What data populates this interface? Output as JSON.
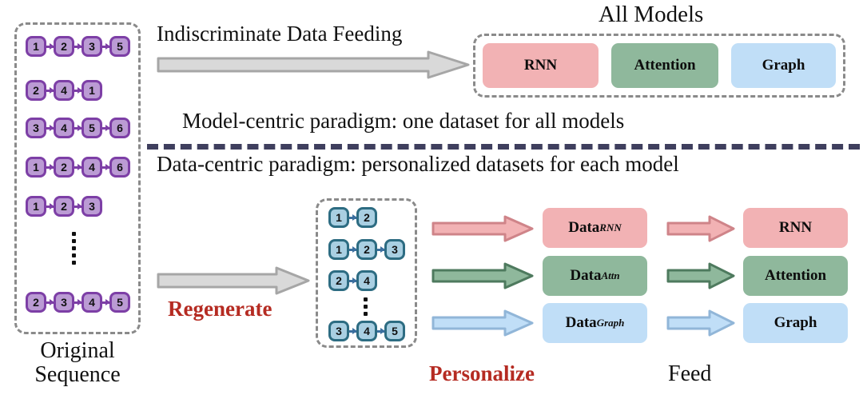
{
  "figure": {
    "top_title": "Indiscriminate Data Feeding",
    "all_models_title": "All Models",
    "model_centric_caption": "Model-centric paradigm: one dataset for all models",
    "data_centric_caption": "Data-centric paradigm: personalized datasets for each model"
  },
  "original_panel": {
    "caption_line1": "Original",
    "caption_line2": "Sequence",
    "sequences": [
      [
        "1",
        "2",
        "3",
        "5"
      ],
      [
        "2",
        "4",
        "1"
      ],
      [
        "3",
        "4",
        "5",
        "6"
      ],
      [
        "1",
        "2",
        "4",
        "6"
      ],
      [
        "1",
        "2",
        "3"
      ],
      [
        "2",
        "3",
        "4",
        "5"
      ]
    ],
    "ellipsis": "vertical-dots"
  },
  "regenerated_panel": {
    "sequences": [
      [
        "1",
        "2"
      ],
      [
        "1",
        "2",
        "3"
      ],
      [
        "2",
        "4"
      ],
      [
        "3",
        "4",
        "5"
      ]
    ],
    "ellipsis": "vertical-dots"
  },
  "all_models": [
    {
      "label": "RNN",
      "color": "#f2b2b4"
    },
    {
      "label": "Attention",
      "color": "#8fb89c"
    },
    {
      "label": "Graph",
      "color": "#c0def7"
    }
  ],
  "datasets": [
    {
      "base": "Data",
      "sub": "RNN",
      "color": "#f2b2b4"
    },
    {
      "base": "Data",
      "sub": "Attn",
      "color": "#8fb89c"
    },
    {
      "base": "Data",
      "sub": "Graph",
      "color": "#c0def7"
    }
  ],
  "models": [
    {
      "label": "RNN",
      "color": "#f2b2b4"
    },
    {
      "label": "Attention",
      "color": "#8fb89c"
    },
    {
      "label": "Graph",
      "color": "#c0def7"
    }
  ],
  "stage_labels": {
    "regenerate": "Regenerate",
    "personalize": "Personalize",
    "feed": "Feed"
  },
  "colors": {
    "node_purple_fill": "#bb9bd4",
    "node_purple_border": "#7d3fa6",
    "node_blue_fill": "#a9cfe2",
    "node_blue_border": "#2d6c82",
    "pink": "#f2b2b4",
    "pink_border": "#c97d82",
    "green": "#8fb89c",
    "green_border": "#4e7a5e",
    "blue": "#c0def7",
    "blue_border": "#8fb4d6",
    "gray_arrow_fill": "#d9d9d9",
    "gray_arrow_border": "#a6a6a6",
    "divider": "#3f3f5e",
    "dashed_box": "#8a8a8a",
    "accent_red": "#b52b22"
  }
}
